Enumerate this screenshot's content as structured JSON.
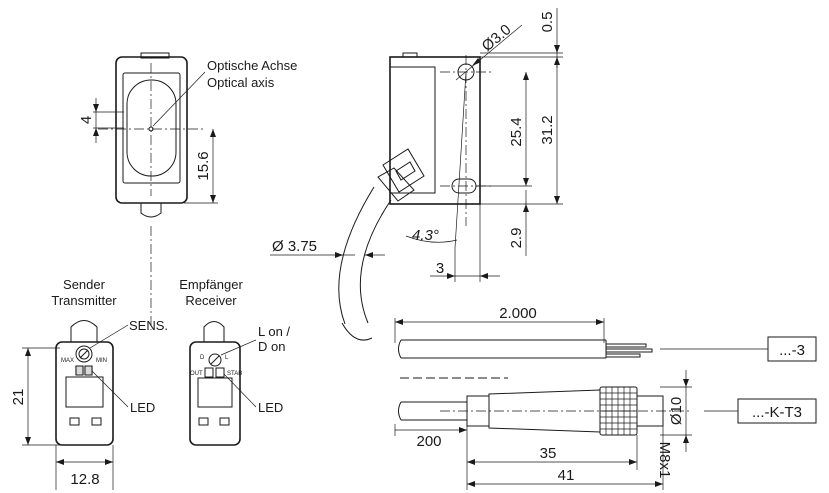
{
  "labels": {
    "optical_axis_de": "Optische Achse",
    "optical_axis_en": "Optical axis",
    "sender_de": "Sender",
    "sender_en": "Transmitter",
    "receiver_de": "Empfänger",
    "receiver_en": "Receiver",
    "sens": "SENS.",
    "led_tx": "LED",
    "led_rx": "LED",
    "l_on": "L on /",
    "d_on": "D on",
    "pot_max": "MAX",
    "pot_min": "MIN",
    "rx_d": "D",
    "rx_l": "L",
    "rx_out": "OUT",
    "rx_stab": "STAB"
  },
  "dimensions": {
    "d_4": "4",
    "d_15_6": "15.6",
    "d_21": "21",
    "d_12_8": "12.8",
    "d_hole": "Ø3.0",
    "d_0_5": "0.5",
    "d_25_4": "25.4",
    "d_31_2": "31.2",
    "d_2_9": "2.9",
    "d_angle": "4.3°",
    "d_3": "3",
    "d_cable": "Ø 3.75",
    "d_2000": "2.000",
    "d_200": "200",
    "d_35": "35",
    "d_41": "41",
    "d_10": "Ø10",
    "d_m8": "M8x1"
  },
  "variants": {
    "cable": "...-3",
    "connector": "...-K-T3"
  }
}
